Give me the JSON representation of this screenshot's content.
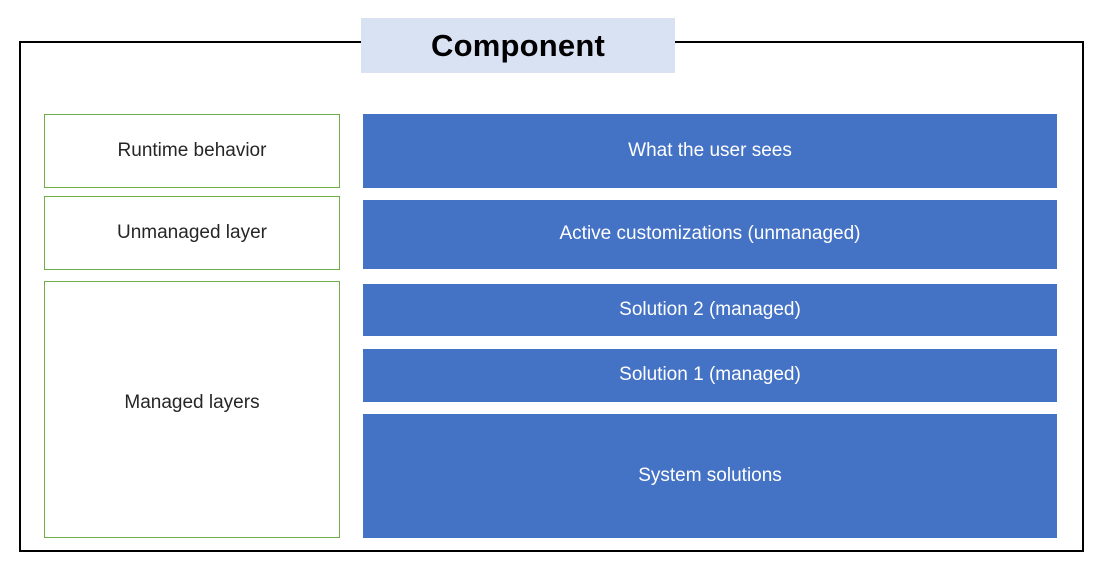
{
  "diagram": {
    "title": "Component",
    "title_background": "#D9E2F3",
    "frame_color": "#000000",
    "left_column": {
      "border_color": "#70AD47",
      "text_color": "#262626",
      "items": [
        {
          "label": "Runtime behavior"
        },
        {
          "label": "Unmanaged layer"
        },
        {
          "label": "Managed layers"
        }
      ]
    },
    "layer_stack": {
      "bar_color": "#4472C4",
      "text_color": "#FFFFFF",
      "items": [
        {
          "label": "What the user sees"
        },
        {
          "label": "Active customizations (unmanaged)"
        },
        {
          "label": "Solution 2 (managed)"
        },
        {
          "label": "Solution 1 (managed)"
        },
        {
          "label": "System solutions"
        }
      ]
    }
  }
}
